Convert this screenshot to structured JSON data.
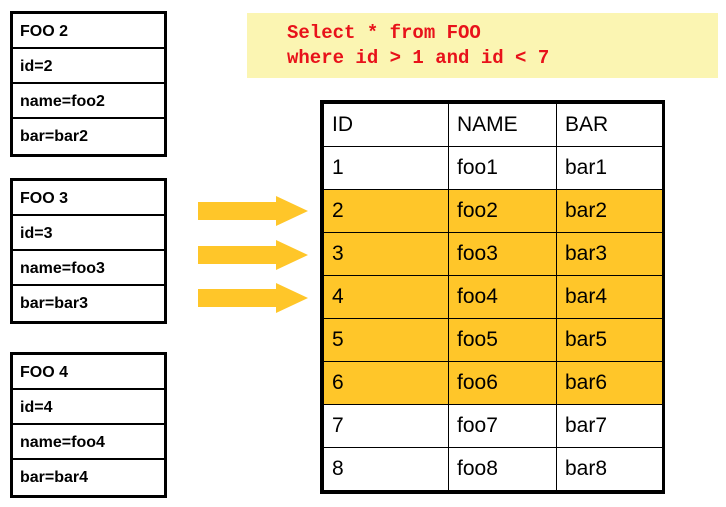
{
  "records": [
    {
      "title": "FOO 2",
      "fields": [
        "id=2",
        "name=foo2",
        "bar=bar2"
      ]
    },
    {
      "title": "FOO 3",
      "fields": [
        "id=3",
        "name=foo3",
        "bar=bar3"
      ]
    },
    {
      "title": "FOO 4",
      "fields": [
        "id=4",
        "name=foo4",
        "bar=bar4"
      ]
    }
  ],
  "arrows": {
    "icon": "arrow-right-icon",
    "color": "#ffc629",
    "count": 3
  },
  "query": {
    "line1": "Select * from FOO",
    "line2": "where id > 1 and id < 7",
    "text_color": "#e8121a",
    "background_color": "#fbf5b2"
  },
  "result_table": {
    "columns": [
      "ID",
      "NAME",
      "BAR"
    ],
    "highlight_color": "#ffc629",
    "rows": [
      {
        "id": "1",
        "name": "foo1",
        "bar": "bar1",
        "highlighted": false
      },
      {
        "id": "2",
        "name": "foo2",
        "bar": "bar2",
        "highlighted": true
      },
      {
        "id": "3",
        "name": "foo3",
        "bar": "bar3",
        "highlighted": true
      },
      {
        "id": "4",
        "name": "foo4",
        "bar": "bar4",
        "highlighted": true
      },
      {
        "id": "5",
        "name": "foo5",
        "bar": "bar5",
        "highlighted": true
      },
      {
        "id": "6",
        "name": "foo6",
        "bar": "bar6",
        "highlighted": true
      },
      {
        "id": "7",
        "name": "foo7",
        "bar": "bar7",
        "highlighted": false
      },
      {
        "id": "8",
        "name": "foo8",
        "bar": "bar8",
        "highlighted": false
      }
    ]
  }
}
